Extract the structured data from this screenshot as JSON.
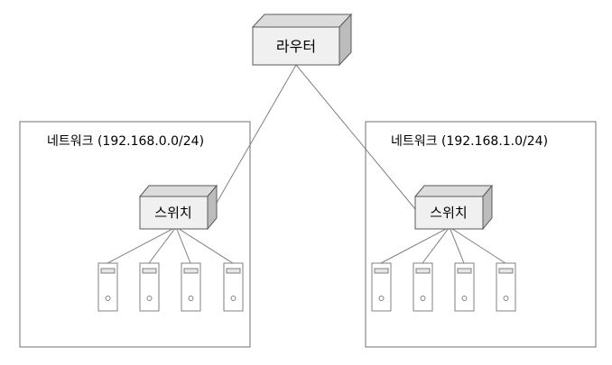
{
  "router": {
    "label": "라우터"
  },
  "networks": [
    {
      "title": "네트워크 (192.168.0.0/24)",
      "switch_label": "스위치",
      "host_count": 4
    },
    {
      "title": "네트워크 (192.168.1.0/24)",
      "switch_label": "스위치",
      "host_count": 4
    }
  ],
  "colors": {
    "line": "#808080",
    "box_face": "#f0f0f0",
    "box_top": "#dcdcdc",
    "box_side": "#bcbcbc",
    "box_stroke": "#5a5a5a",
    "frame": "#707070"
  }
}
